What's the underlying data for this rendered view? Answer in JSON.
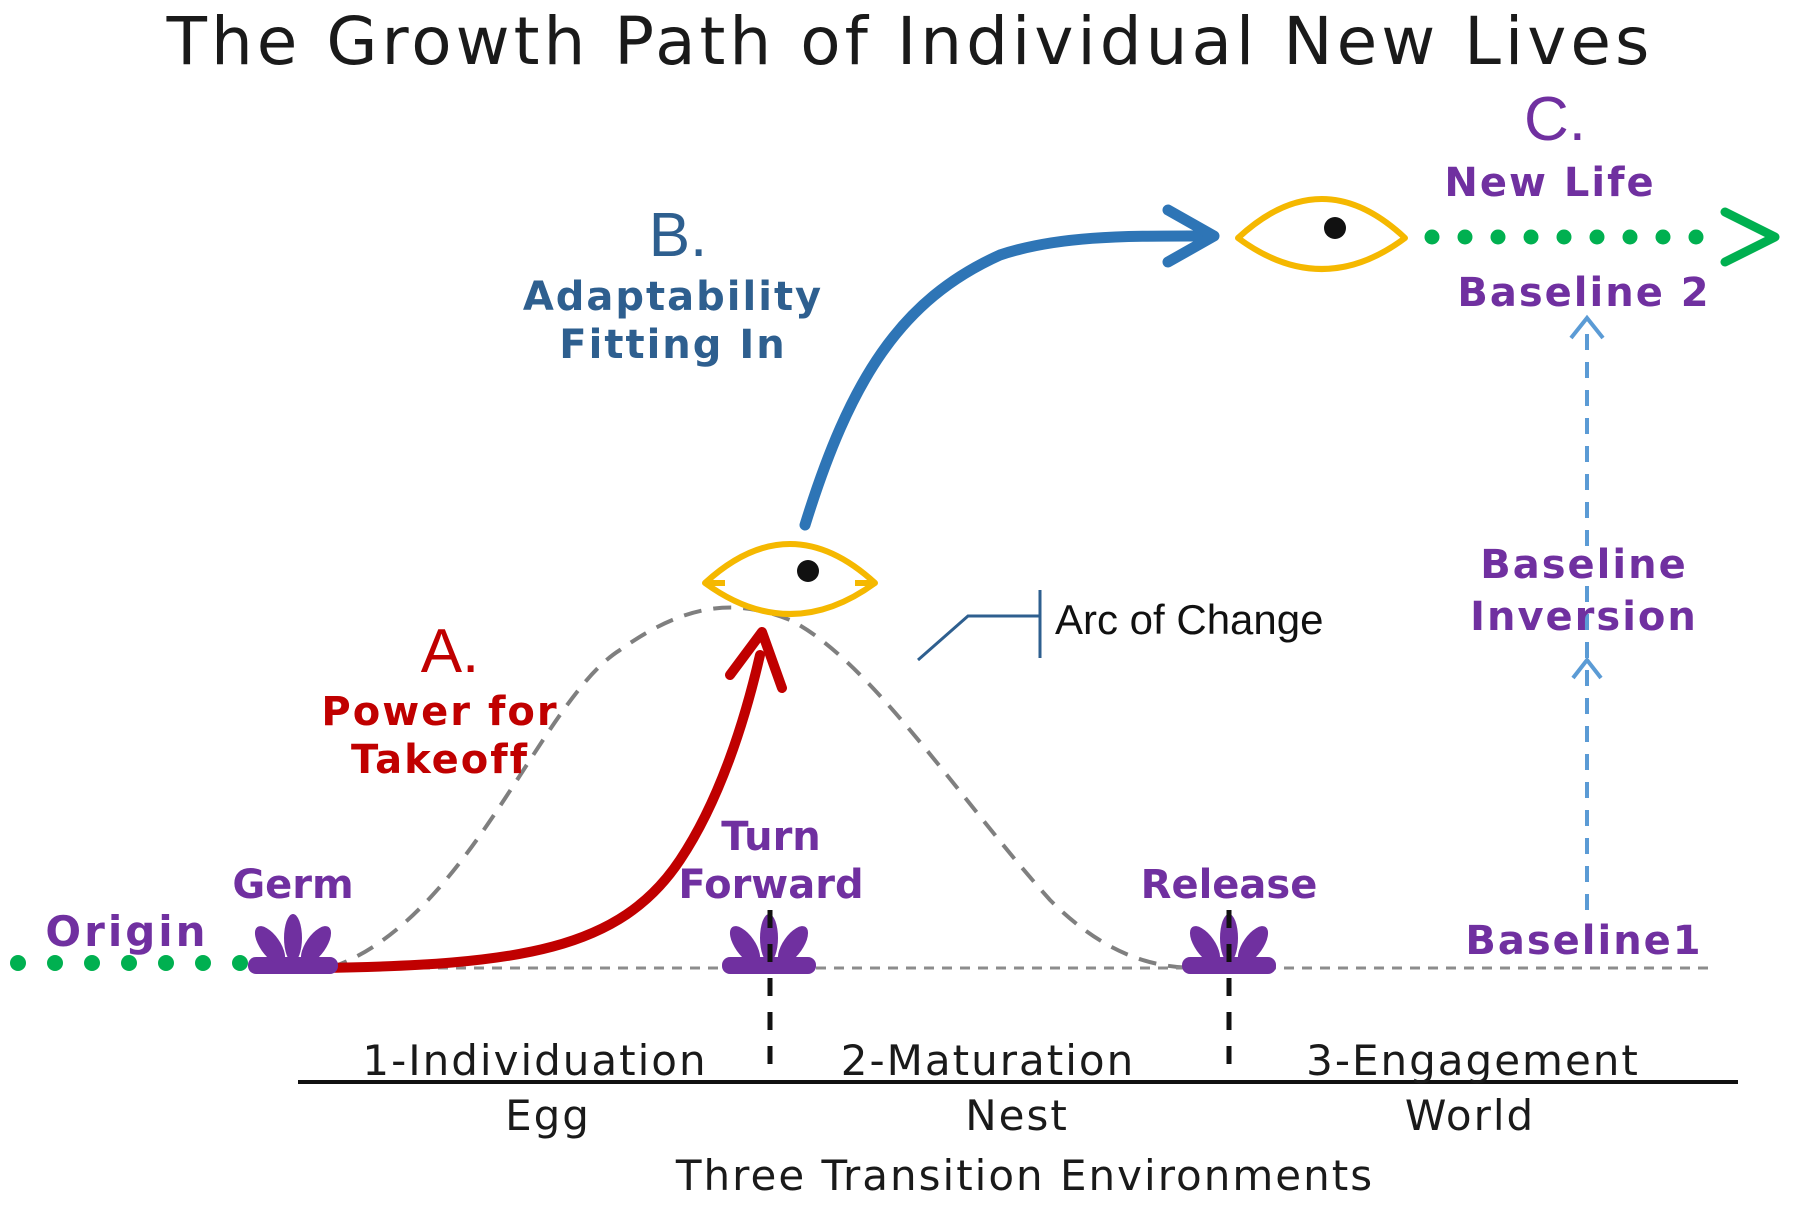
{
  "title": "The Growth Path of Individual New Lives",
  "stages": {
    "a": {
      "letter": "A.",
      "line1": "Power for",
      "line2": "Takeoff"
    },
    "b": {
      "letter": "B.",
      "line1": "Adaptability",
      "line2": "Fitting In"
    },
    "c": {
      "letter": "C.",
      "line1": "New Life"
    }
  },
  "labels": {
    "origin": "Origin",
    "germ": "Germ",
    "turn_forward_1": "Turn",
    "turn_forward_2": "Forward",
    "release": "Release",
    "baseline1": "Baseline1",
    "baseline2": "Baseline 2",
    "baseline_inversion_1": "Baseline",
    "baseline_inversion_2": "Inversion",
    "arc_of_change": "Arc of Change"
  },
  "environments": [
    {
      "phase": "1-Individuation",
      "place": "Egg"
    },
    {
      "phase": "2-Maturation",
      "place": "Nest"
    },
    {
      "phase": "3-Engagement",
      "place": "World"
    }
  ],
  "footer": "Three Transition Environments",
  "colors": {
    "purple": "#7030a0",
    "red": "#c00000",
    "blue": "#2e75b6",
    "green": "#00b050",
    "gold": "#f5b800",
    "gray": "#7f7f7f",
    "light_blue": "#5b9bd5"
  },
  "icons": [
    "sprout-icon",
    "eye-icon",
    "dotted-arrow-icon"
  ]
}
